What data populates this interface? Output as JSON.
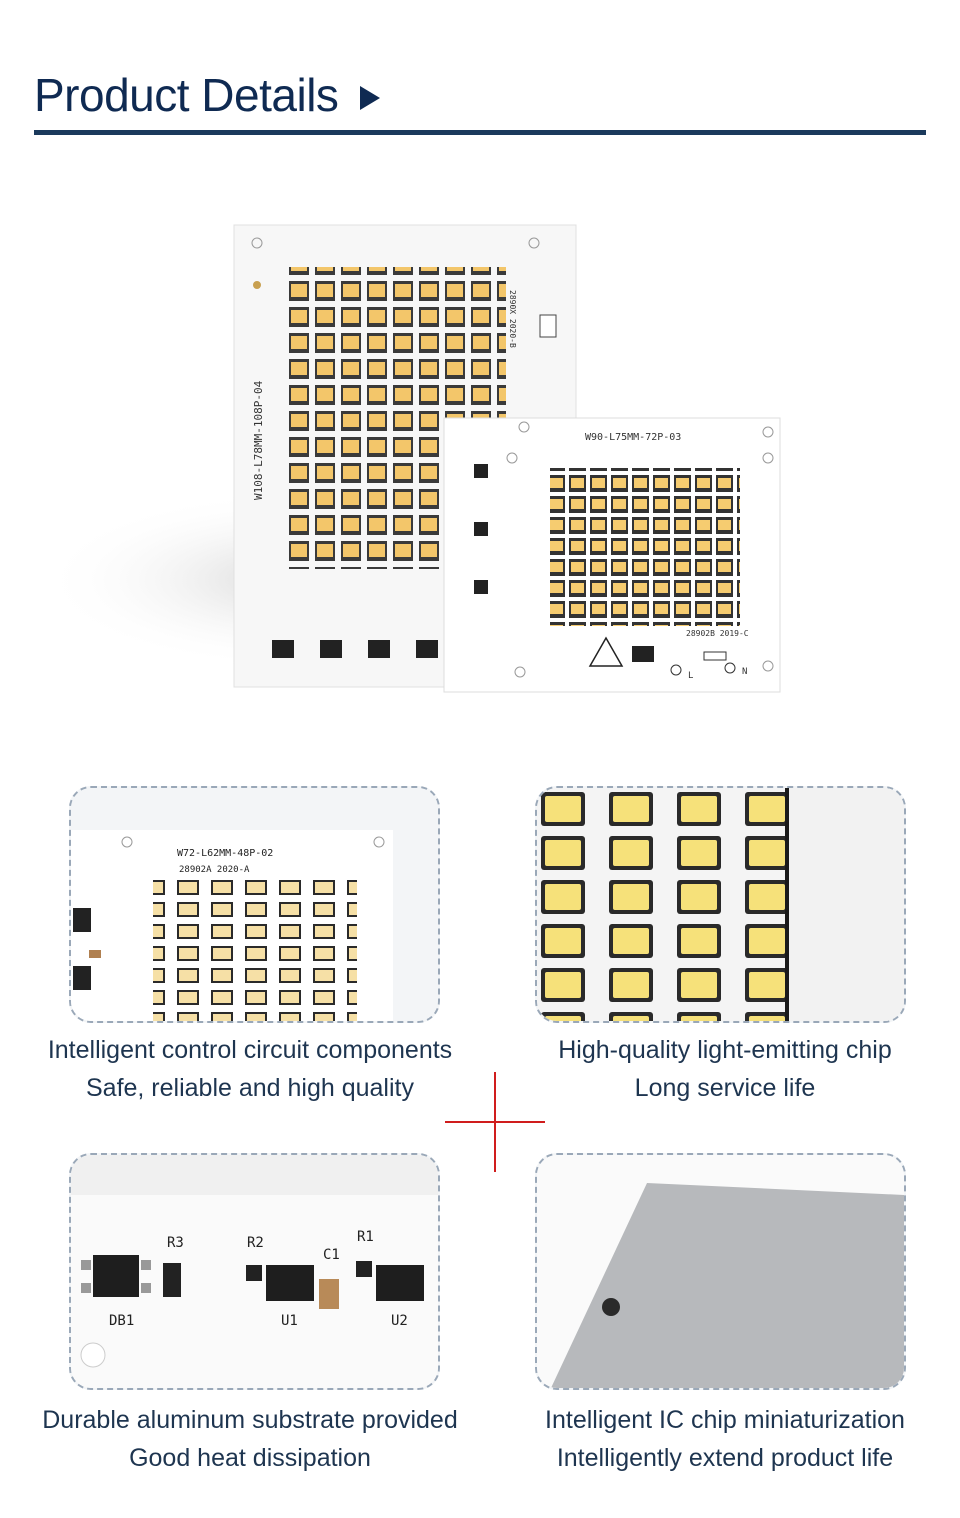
{
  "header": {
    "title": "Product Details"
  },
  "hero": {
    "board_large_label": "W108-L78MM-108P-04",
    "board_small_label": "W90-L75MM-72P-03",
    "board_small_code": "28902B 2019-C",
    "board_large_code": "2890X 2020-B",
    "pin_l": "L",
    "pin_n": "N"
  },
  "features": [
    {
      "line1": "Intelligent control circuit components",
      "line2": "Safe, reliable and high quality",
      "board_label": "W72-L62MM-48P-02",
      "board_code": "28902A  2020-A"
    },
    {
      "line1": "High-quality light-emitting chip",
      "line2": "Long service life"
    },
    {
      "line1": "Durable aluminum substrate provided",
      "line2": "Good heat dissipation",
      "components": [
        "R3",
        "R2",
        "C1",
        "R1",
        "DB1",
        "U1",
        "U2"
      ]
    },
    {
      "line1": "Intelligent IC chip miniaturization",
      "line2": "Intelligently extend product life"
    }
  ],
  "colors": {
    "title": "#0f2a52",
    "rule": "#1b3a5c",
    "caption": "#1e3550",
    "cross": "#d01d1d",
    "led": "#f3c66a"
  }
}
